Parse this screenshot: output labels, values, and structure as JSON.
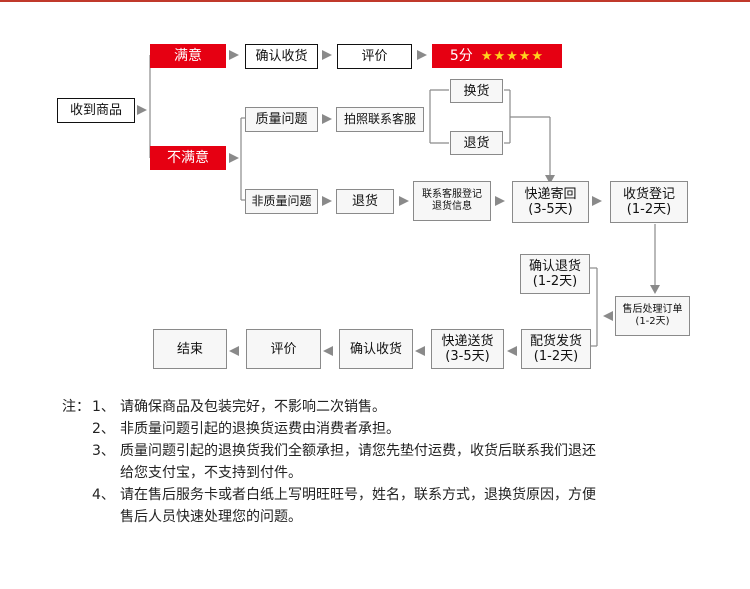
{
  "flow": {
    "received": "收到商品",
    "satisfied": "满意",
    "confirm_receipt": "确认收货",
    "review": "评价",
    "rating": "5分",
    "rating_stars": "★★★★★",
    "unsatisfied": "不满意",
    "quality_issue": "质量问题",
    "photo_contact": "拍照联系客服",
    "exchange": "换货",
    "return": "退货",
    "non_quality_issue": "非质量问题",
    "return2": "退货",
    "register_line1": "联系客服登记",
    "register_line2": "退货信息",
    "express_send_line1": "快递寄回",
    "express_send_line2": "(3-5天)",
    "receive_register_line1": "收货登记",
    "receive_register_line2": "(1-2天)",
    "confirm_return_line1": "确认退货",
    "confirm_return_line2": "(1-2天)",
    "after_sale_line1": "售后处理订单",
    "after_sale_line2": "(1-2天)",
    "ship_line1": "配货发货",
    "ship_line2": "(1-2天)",
    "express_deliver_line1": "快递送货",
    "express_deliver_line2": "(3-5天)",
    "confirm_receipt2": "确认收货",
    "review2": "评价",
    "end": "结束"
  },
  "notes": {
    "prefix": "注：",
    "items": [
      {
        "num": "1、",
        "line1": "请确保商品及包装完好，不影响二次销售。",
        "line2": ""
      },
      {
        "num": "2、",
        "line1": "非质量问题引起的退换货运费由消费者承担。",
        "line2": ""
      },
      {
        "num": "3、",
        "line1": "质量问题引起的退换货我们全额承担，请您先垫付运费，收货后联系我们退还",
        "line2": "给您支付宝，不支持到付件。"
      },
      {
        "num": "4、",
        "line1": "请在售后服务卡或者白纸上写明旺旺号，姓名，联系方式，退换货原因，方便",
        "line2": "售后人员快速处理您的问题。"
      }
    ]
  },
  "colors": {
    "accent": "#e60012",
    "line": "#8a8a8a",
    "star": "#ffd21f",
    "top_rule": "#c0392b"
  }
}
